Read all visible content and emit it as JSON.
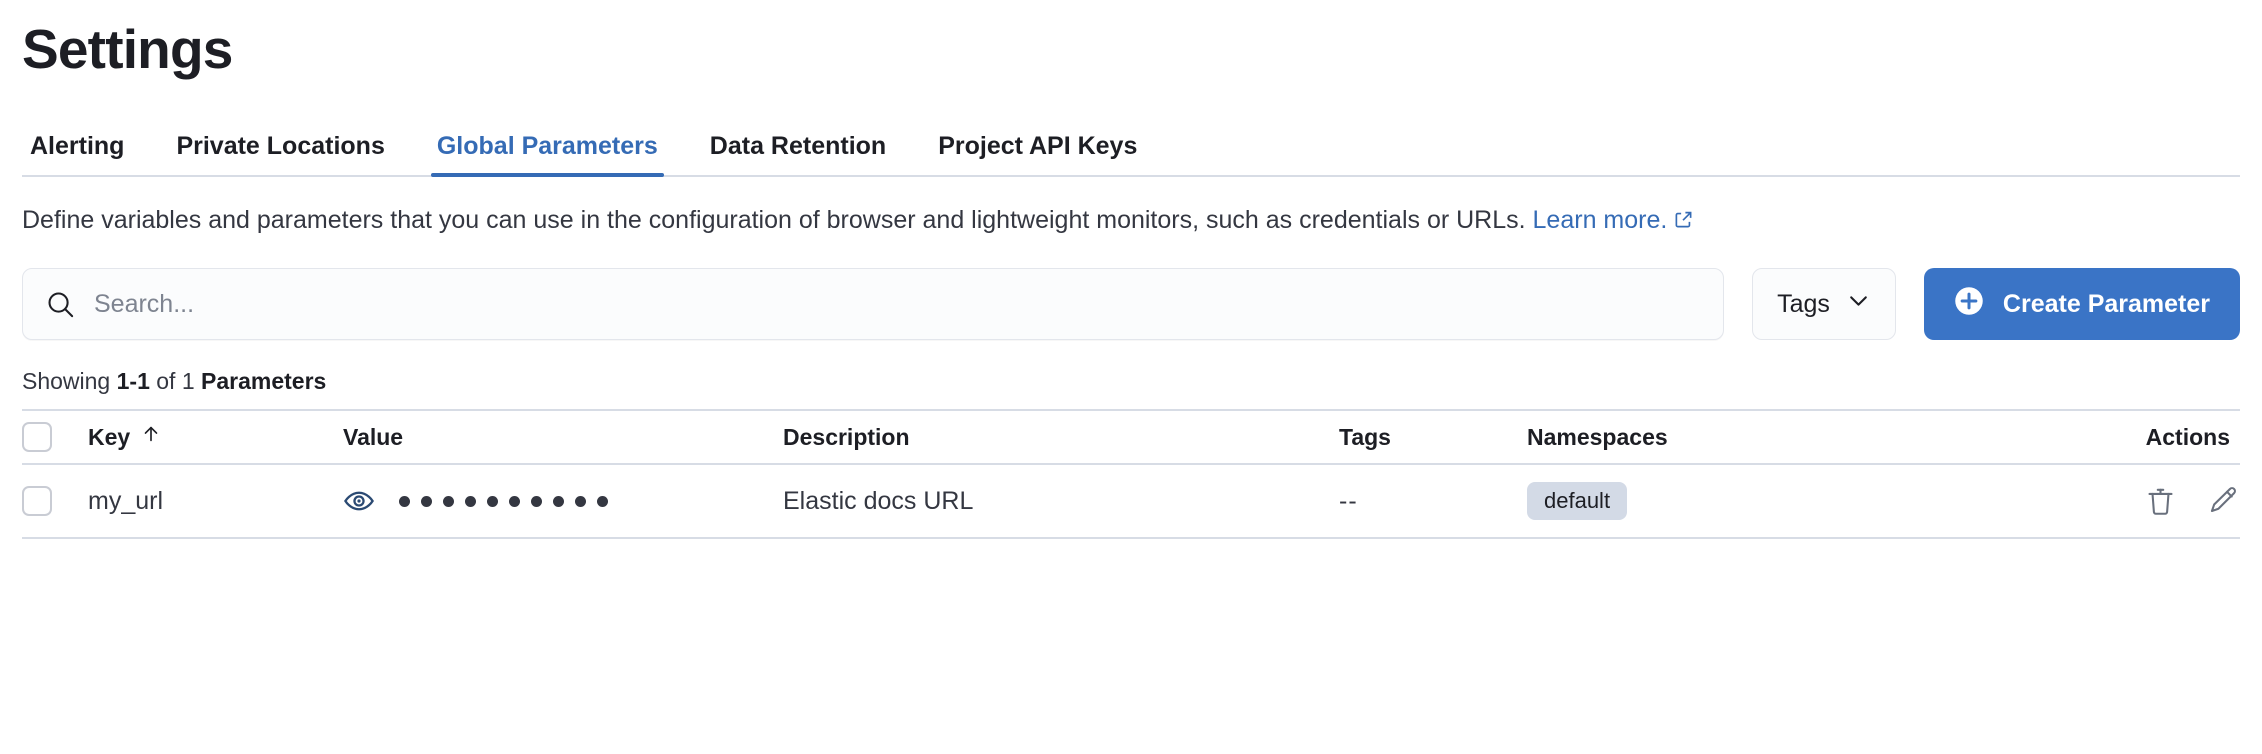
{
  "header": {
    "title": "Settings"
  },
  "tabs": [
    {
      "label": "Alerting",
      "active": false
    },
    {
      "label": "Private Locations",
      "active": false
    },
    {
      "label": "Global Parameters",
      "active": true
    },
    {
      "label": "Data Retention",
      "active": false
    },
    {
      "label": "Project API Keys",
      "active": false
    }
  ],
  "description": {
    "text": "Define variables and parameters that you can use in the configuration of browser and lightweight monitors, such as credentials or URLs. ",
    "link_label": "Learn more.",
    "link_icon": "external-link-icon"
  },
  "controls": {
    "search": {
      "placeholder": "Search...",
      "value": "",
      "icon": "search-icon"
    },
    "tags_filter": {
      "label": "Tags",
      "icon": "chevron-down-icon"
    },
    "create_button": {
      "label": "Create Parameter",
      "icon": "plus-circle-icon"
    }
  },
  "results": {
    "showing_prefix": "Showing ",
    "range": "1-1",
    "of": " of 1 ",
    "entity": "Parameters"
  },
  "table": {
    "columns": [
      {
        "key": "key",
        "label": "Key",
        "sort": "asc",
        "sort_icon": "arrow-up-icon"
      },
      {
        "key": "value",
        "label": "Value"
      },
      {
        "key": "description",
        "label": "Description"
      },
      {
        "key": "tags",
        "label": "Tags"
      },
      {
        "key": "namespaces",
        "label": "Namespaces"
      },
      {
        "key": "actions",
        "label": "Actions"
      }
    ],
    "rows": [
      {
        "key": "my_url",
        "value_masked": "••••••••••",
        "value_dot_count": 10,
        "value_reveal_icon": "eye-icon",
        "description": "Elastic docs URL",
        "tags": "--",
        "namespaces": [
          "default"
        ],
        "actions": [
          "delete-icon",
          "edit-icon"
        ]
      }
    ]
  },
  "colors": {
    "accent": "#356bb5",
    "primary_button": "#3a74c6",
    "text": "#343741",
    "heading": "#1d1e24",
    "border": "#d7dce5",
    "badge_bg": "#d3dae6"
  }
}
